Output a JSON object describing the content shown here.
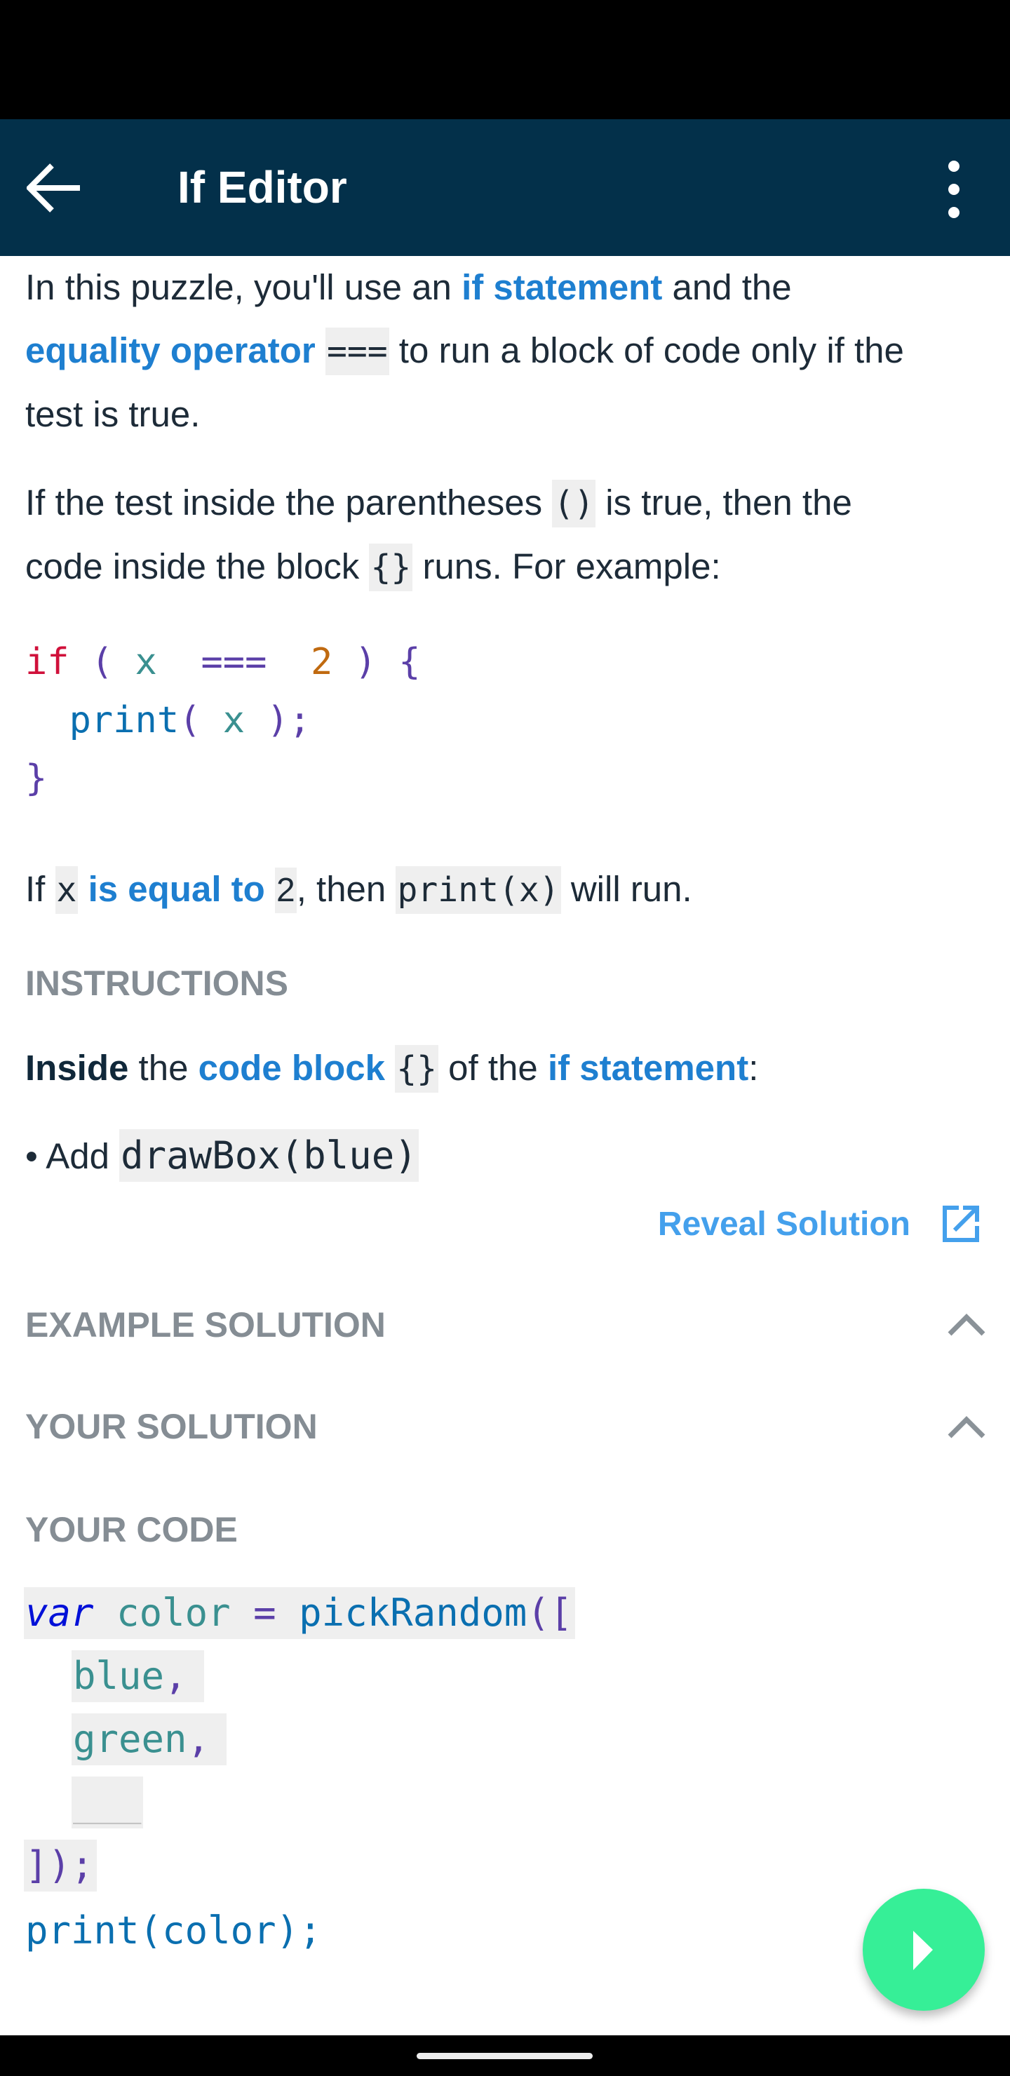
{
  "app_bar": {
    "title": "If Editor",
    "back_icon": "arrow-left-icon",
    "menu_icon": "more-vertical-icon",
    "color": "#03304a"
  },
  "intro": {
    "p1": {
      "a": "In this puzzle, you'll use an ",
      "b": "if statement",
      "c": " and the",
      "d": "equality operator",
      "e": "===",
      "f": " to run a block of code only if the",
      "g": "test is true."
    },
    "p2": {
      "a": "If the test inside the parentheses ",
      "b": "()",
      "c": " is true, then the",
      "d": "code inside the block ",
      "e": "{}",
      "f": " runs. For example:"
    },
    "example_code": {
      "l1": {
        "kw": "if",
        "p1": " ( ",
        "x": "x",
        "op": "  ===  ",
        "n": "2",
        "p2": " ) {"
      },
      "l2": {
        "fn": "  print",
        "p1": "( ",
        "x": "x",
        "p2": " );"
      },
      "l3": "}"
    },
    "p3": {
      "a": "If ",
      "b": "x",
      "c": " is equal to ",
      "d": "2",
      "e": ", then ",
      "f": "print(x)",
      "g": " will run."
    }
  },
  "instructions": {
    "heading": "INSTRUCTIONS",
    "line": {
      "a": "Inside",
      "b": " the ",
      "c": "code block",
      "d": "{}",
      "e": " of the ",
      "f": "if statement",
      "g": ":"
    },
    "bullet": {
      "dot": "•",
      "a": "Add ",
      "b": "drawBox(blue)"
    },
    "reveal_label": "Reveal Solution",
    "reveal_icon": "open-external-icon"
  },
  "sections": [
    {
      "label": "EXAMPLE SOLUTION",
      "icon": "chevron-up-icon"
    },
    {
      "label": "YOUR SOLUTION",
      "icon": "chevron-up-icon"
    }
  ],
  "your_code": {
    "heading": "YOUR CODE",
    "l1": {
      "kw": "var",
      "v": " color",
      "op": " = ",
      "fn": "pickRandom",
      "p": "(["
    },
    "l2": {
      "v": "blue",
      "p": ","
    },
    "l3": {
      "v": "green",
      "p": ","
    },
    "l4": {
      "blank": "___"
    },
    "l5": "]);",
    "l6": "print(color);"
  },
  "run_button": {
    "icon": "play-icon",
    "color": "#36ef97"
  }
}
